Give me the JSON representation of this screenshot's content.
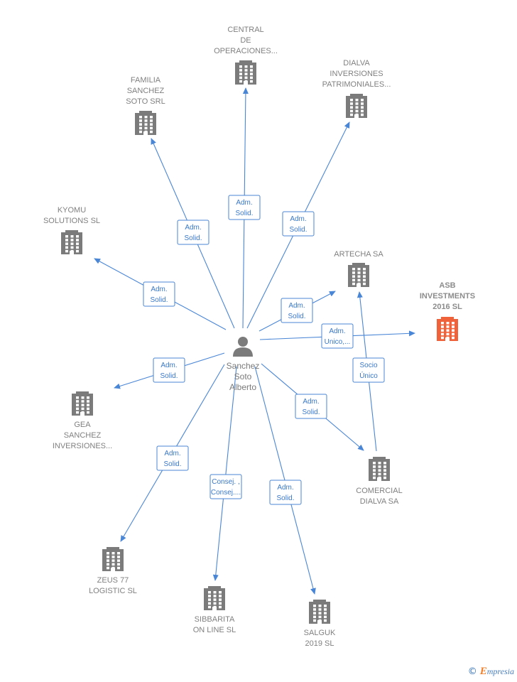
{
  "person": {
    "lines": [
      "Sanchez",
      "Soto",
      "Alberto"
    ]
  },
  "companies": [
    {
      "id": "central",
      "lines": [
        "CENTRAL",
        "DE",
        "OPERACIONES..."
      ],
      "focus": false
    },
    {
      "id": "dialva-inv",
      "lines": [
        "DIALVA",
        "INVERSIONES",
        "PATRIMONIALES..."
      ],
      "focus": false
    },
    {
      "id": "familia",
      "lines": [
        "FAMILIA",
        "SANCHEZ",
        "SOTO SRL"
      ],
      "focus": false
    },
    {
      "id": "kyomu",
      "lines": [
        "KYOMU",
        "SOLUTIONS  SL"
      ],
      "focus": false
    },
    {
      "id": "artecha",
      "lines": [
        "ARTECHA SA"
      ],
      "focus": false
    },
    {
      "id": "asb",
      "lines": [
        "ASB",
        "INVESTMENTS",
        "2016  SL"
      ],
      "focus": true
    },
    {
      "id": "gea",
      "lines": [
        "GEA",
        "SANCHEZ",
        "INVERSIONES..."
      ],
      "focus": false
    },
    {
      "id": "comercial",
      "lines": [
        "COMERCIAL",
        "DIALVA SA"
      ],
      "focus": false
    },
    {
      "id": "zeus",
      "lines": [
        "ZEUS 77",
        "LOGISTIC  SL"
      ],
      "focus": false
    },
    {
      "id": "sibbarita",
      "lines": [
        "SIBBARITA",
        "ON LINE  SL"
      ],
      "focus": false
    },
    {
      "id": "salguk",
      "lines": [
        "SALGUK",
        "2019  SL"
      ],
      "focus": false
    }
  ],
  "relations": [
    {
      "to": "central",
      "label": [
        "Adm.",
        "Solid."
      ]
    },
    {
      "to": "dialva-inv",
      "label": [
        "Adm.",
        "Solid."
      ]
    },
    {
      "to": "familia",
      "label": [
        "Adm.",
        "Solid."
      ]
    },
    {
      "to": "kyomu",
      "label": [
        "Adm.",
        "Solid."
      ]
    },
    {
      "to": "artecha",
      "label": [
        "Adm.",
        "Solid."
      ]
    },
    {
      "to": "asb",
      "label": [
        "Adm.",
        "Unico,..."
      ]
    },
    {
      "to": "gea",
      "label": [
        "Adm.",
        "Solid."
      ]
    },
    {
      "to": "comercial",
      "label": [
        "Adm.",
        "Solid."
      ]
    },
    {
      "to": "zeus",
      "label": [
        "Adm.",
        "Solid."
      ]
    },
    {
      "to": "sibbarita",
      "label": [
        "Consej. ,",
        "Consej...."
      ]
    },
    {
      "to": "salguk",
      "label": [
        "Adm.",
        "Solid."
      ]
    },
    {
      "from": "comercial",
      "to": "artecha",
      "label": [
        "Socio",
        "Único"
      ]
    }
  ],
  "colors": {
    "edge": "#4a86d6",
    "node": "#7b7b7b",
    "focus": "#f0633a"
  },
  "credit": {
    "symbol": "©",
    "brand_initial": "E",
    "brand_rest": "mpresia"
  }
}
